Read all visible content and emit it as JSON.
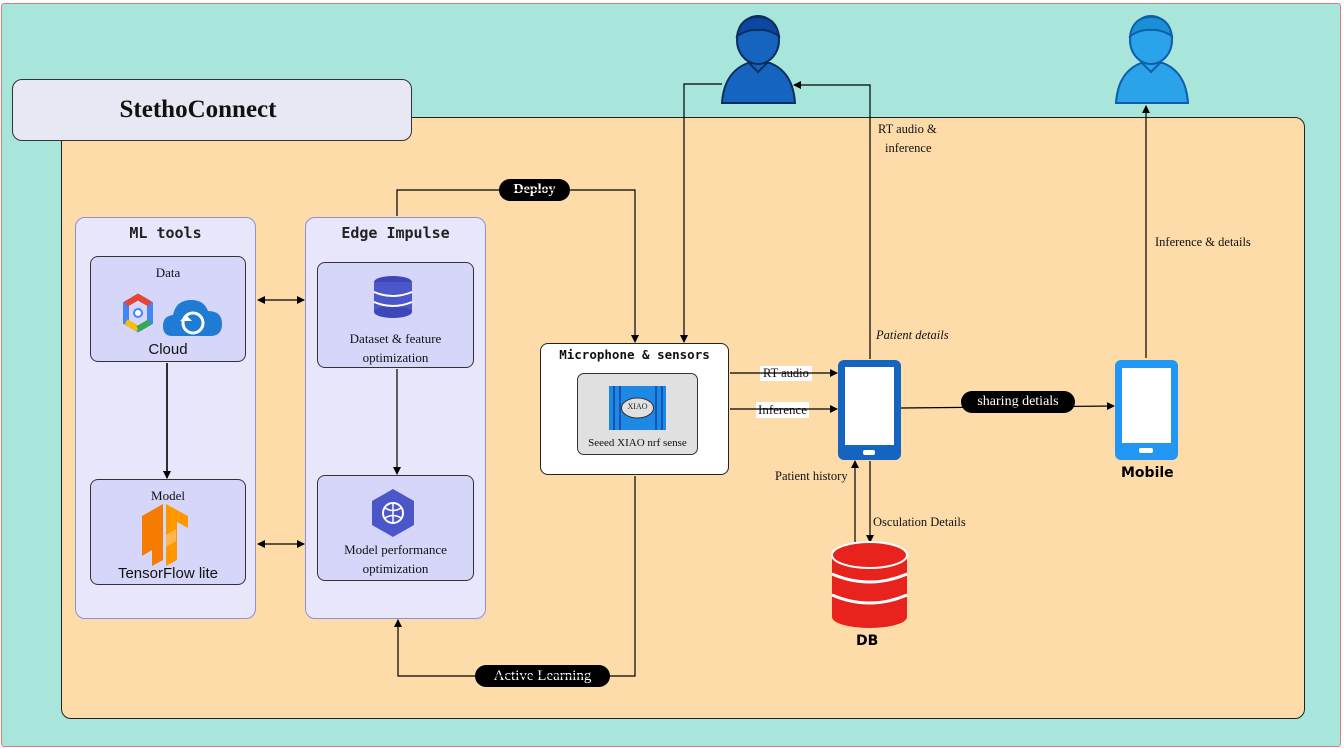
{
  "title": "StethoConnect",
  "ml_tools": {
    "title": "ML tools",
    "data_box": {
      "title": "Data",
      "caption": "Cloud"
    },
    "model_box": {
      "title": "Model",
      "caption": "TensorFlow lite"
    }
  },
  "edge_impulse": {
    "title": "Edge Impulse",
    "dataset_box": {
      "line1": "Dataset & feature",
      "line2": "optimization"
    },
    "model_perf_box": {
      "line1": "Model performance",
      "line2": "optimization"
    }
  },
  "deploy_label": "Deploy",
  "active_learning_label": "Active Learning",
  "microphone": {
    "title": "Microphone & sensors",
    "chip_text": "XIAO",
    "device_caption": "Seeed XIAO nrf sense"
  },
  "labels": {
    "rt_audio": "RT audio",
    "inference": "Inference",
    "rt_audio_inference_line1": "RT audio &",
    "rt_audio_inference_line2": "inference",
    "patient_details": "Patient details",
    "patient_history": "Patient history",
    "osculation_details": "Osculation Details",
    "inference_details": "Inference & details",
    "sharing_details": "sharing detials"
  },
  "db_label": "DB",
  "mobile_label": "Mobile",
  "colors": {
    "outer_bg": "#a8e6dc",
    "panel_bg": "#fddcaa",
    "group_bg": "#e7e6fb",
    "inner_box_bg": "#d6d6fb",
    "doctor_color": "#1565c0",
    "patient_color": "#2196f3",
    "db_color": "#e8231d"
  }
}
